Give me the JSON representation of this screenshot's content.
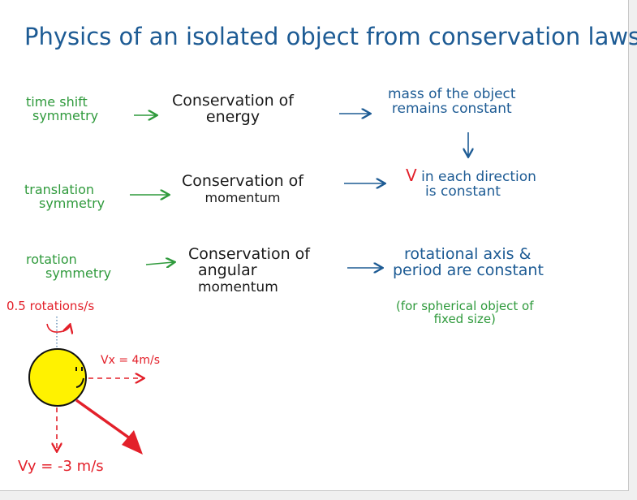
{
  "title": "Physics of an isolated object from conservation laws:",
  "rows": [
    {
      "symmetry": [
        "time shift",
        "symmetry"
      ],
      "law": [
        "Conservation of",
        "energy"
      ],
      "result": [
        "mass of the object",
        "remains constant"
      ]
    },
    {
      "symmetry": [
        "translation",
        "symmetry"
      ],
      "law": [
        "Conservation of",
        "momentum"
      ],
      "result_v": "V",
      "result": [
        "in each direction",
        "is constant"
      ]
    },
    {
      "symmetry": [
        "rotation",
        "symmetry"
      ],
      "law": [
        "Conservation of",
        "angular",
        "momentum"
      ],
      "result": [
        "rotational axis &",
        "period are constant"
      ],
      "note": [
        "(for spherical object of",
        "fixed size)"
      ]
    }
  ],
  "diagram": {
    "rotation_label": "0.5 rotations/s",
    "vx_label": "Vx = 4m/s",
    "vy_label": "Vy = -3 m/s"
  },
  "colors": {
    "title": "#1d5b94",
    "symmetry": "#2f9a3c",
    "law": "#1a1a1a",
    "velocity": "#e3202a",
    "ball": "#fff200"
  }
}
